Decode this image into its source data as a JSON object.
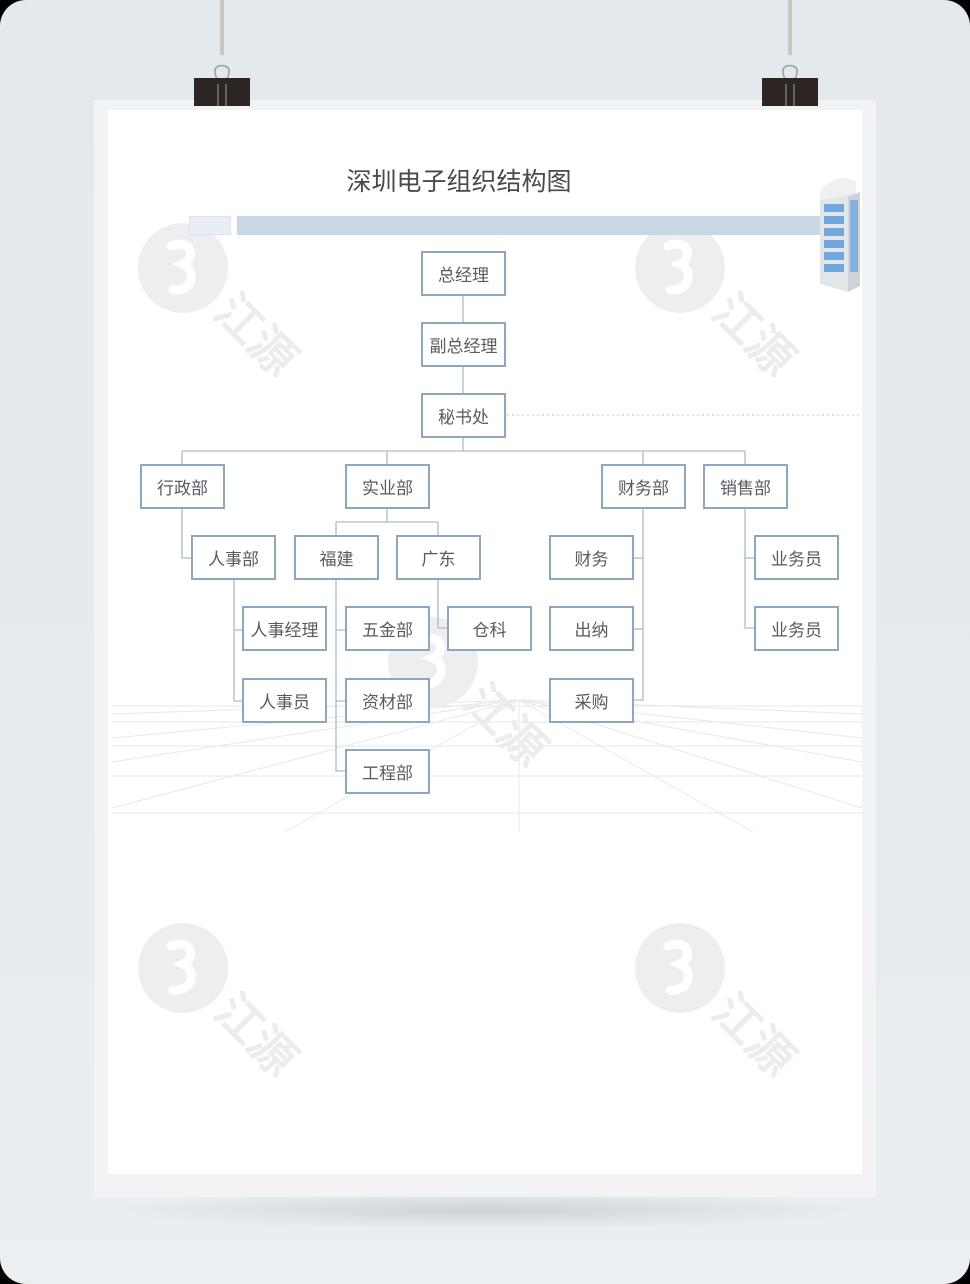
{
  "poster": {
    "title": "深圳电子组织结构图",
    "colors": {
      "box_border": "#8ea7bf",
      "connector": "#a9bccd",
      "header_bar": "#c9d7e5",
      "text": "#555b62",
      "title_text": "#4a4a4a"
    }
  },
  "watermark": {
    "text": "江源",
    "positions": 4
  },
  "org_chart": {
    "nodes": {
      "gm": "总经理",
      "deputy_gm": "副总经理",
      "secretariat": "秘书处",
      "admin": "行政部",
      "hr": "人事部",
      "hr_manager": "人事经理",
      "hr_staff": "人事员",
      "industry": "实业部",
      "fujian": "福建",
      "guangdong": "广东",
      "hardware": "五金部",
      "materials": "资材部",
      "engineering": "工程部",
      "warehouse": "仓科",
      "finance": "财务部",
      "finance_sub": "财务",
      "cashier": "出纳",
      "purchasing": "采购",
      "sales": "销售部",
      "salesperson_1": "业务员",
      "salesperson_2": "业务员"
    }
  }
}
